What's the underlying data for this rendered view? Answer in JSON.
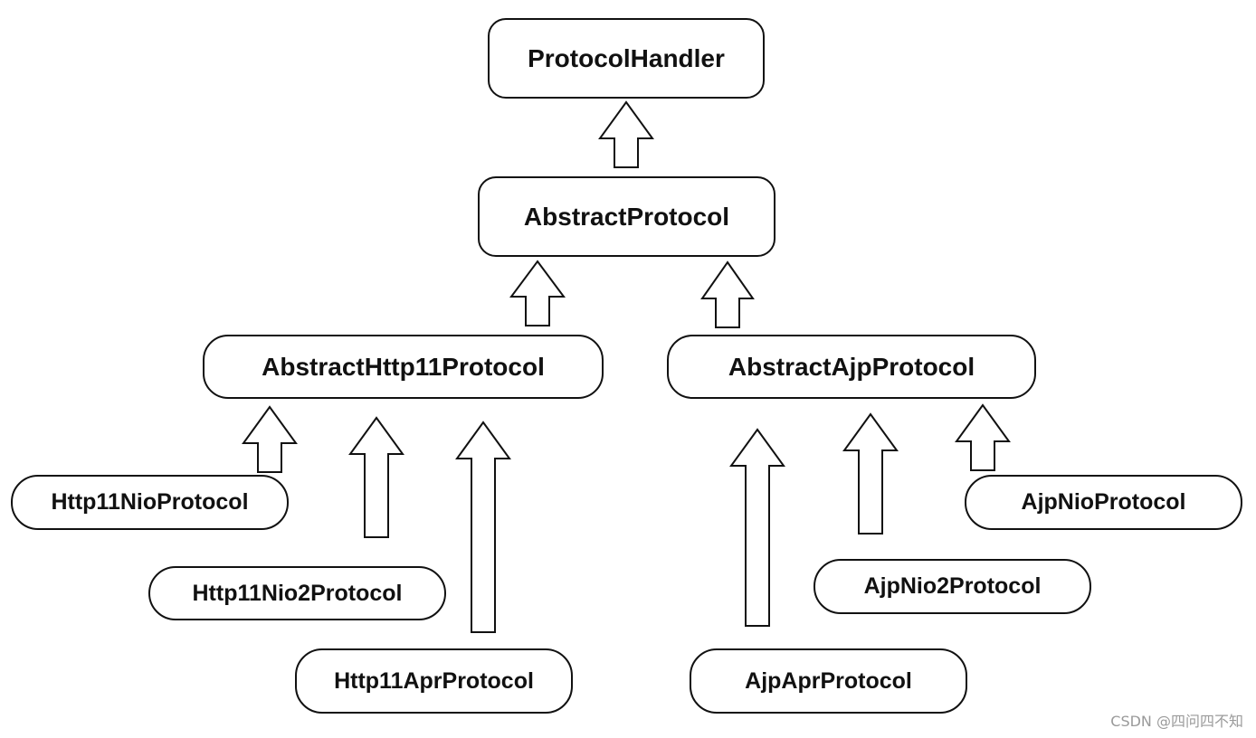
{
  "diagram": {
    "nodes": {
      "protocol_handler": "ProtocolHandler",
      "abstract_protocol": "AbstractProtocol",
      "abstract_http11_protocol": "AbstractHttp11Protocol",
      "abstract_ajp_protocol": "AbstractAjpProtocol",
      "http11_nio_protocol": "Http11NioProtocol",
      "http11_nio2_protocol": "Http11Nio2Protocol",
      "http11_apr_protocol": "Http11AprProtocol",
      "ajp_nio_protocol": "AjpNioProtocol",
      "ajp_nio2_protocol": "AjpNio2Protocol",
      "ajp_apr_protocol": "AjpAprProtocol"
    },
    "edges": [
      {
        "from": "abstract_protocol",
        "to": "protocol_handler"
      },
      {
        "from": "abstract_http11_protocol",
        "to": "abstract_protocol"
      },
      {
        "from": "abstract_ajp_protocol",
        "to": "abstract_protocol"
      },
      {
        "from": "http11_nio_protocol",
        "to": "abstract_http11_protocol"
      },
      {
        "from": "http11_nio2_protocol",
        "to": "abstract_http11_protocol"
      },
      {
        "from": "http11_apr_protocol",
        "to": "abstract_http11_protocol"
      },
      {
        "from": "ajp_apr_protocol",
        "to": "abstract_ajp_protocol"
      },
      {
        "from": "ajp_nio2_protocol",
        "to": "abstract_ajp_protocol"
      },
      {
        "from": "ajp_nio_protocol",
        "to": "abstract_ajp_protocol"
      }
    ],
    "watermark": "CSDN @四问四不知"
  }
}
